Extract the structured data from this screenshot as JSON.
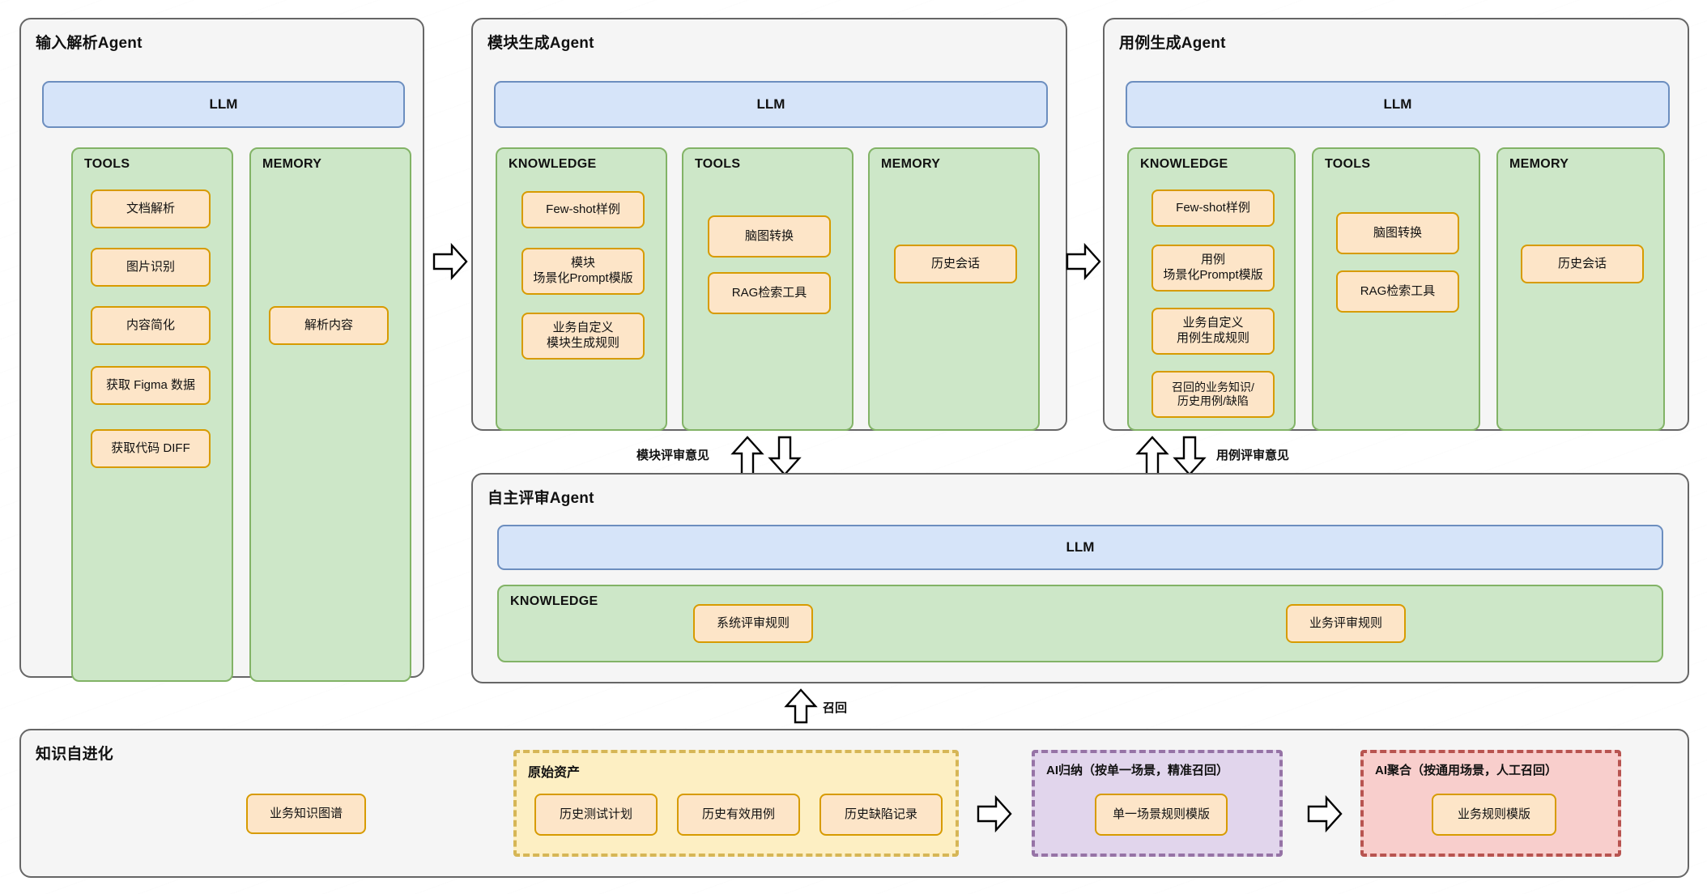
{
  "diagram": {
    "palette": {
      "card_bg": "#f5f5f5",
      "card_border": "#666666",
      "llm_fill": "#d6e4f9",
      "llm_border": "#6c8ebf",
      "section_fill": "#cde7c8",
      "section_border": "#82b366",
      "chip_fill": "#fde5c8",
      "chip_border": "#d79b00",
      "asset_fill": "#fdefc3",
      "asset_border": "#d6b656",
      "ai_induct_fill": "#e1d5ec",
      "ai_induct_border": "#9673a6",
      "ai_aggregate_fill": "#f8cecc",
      "ai_aggregate_border": "#b85450"
    },
    "agents": [
      {
        "id": "input-parse",
        "title": "输入解析Agent",
        "llm_label": "LLM",
        "sections": [
          {
            "id": "tools",
            "title": "TOOLS",
            "items": [
              "文档解析",
              "图片识别",
              "内容简化",
              "获取 Figma 数据",
              "获取代码 DIFF"
            ]
          },
          {
            "id": "memory",
            "title": "MEMORY",
            "items": [
              "解析内容"
            ]
          }
        ]
      },
      {
        "id": "module-gen",
        "title": "模块生成Agent",
        "llm_label": "LLM",
        "sections": [
          {
            "id": "knowledge",
            "title": "KNOWLEDGE",
            "items": [
              "Few-shot样例",
              "模块\n场景化Prompt模版",
              "业务自定义\n模块生成规则"
            ]
          },
          {
            "id": "tools",
            "title": "TOOLS",
            "items": [
              "脑图转换",
              "RAG检索工具"
            ]
          },
          {
            "id": "memory",
            "title": "MEMORY",
            "items": [
              "历史会话"
            ]
          }
        ]
      },
      {
        "id": "case-gen",
        "title": "用例生成Agent",
        "llm_label": "LLM",
        "sections": [
          {
            "id": "knowledge",
            "title": "KNOWLEDGE",
            "items": [
              "Few-shot样例",
              "用例\n场景化Prompt模版",
              "业务自定义\n用例生成规则",
              "召回的业务知识/\n历史用例/缺陷"
            ]
          },
          {
            "id": "tools",
            "title": "TOOLS",
            "items": [
              "脑图转换",
              "RAG检索工具"
            ]
          },
          {
            "id": "memory",
            "title": "MEMORY",
            "items": [
              "历史会话"
            ]
          }
        ]
      },
      {
        "id": "review",
        "title": "自主评审Agent",
        "llm_label": "LLM",
        "sections": [
          {
            "id": "knowledge",
            "title": "KNOWLEDGE",
            "items": [
              "系统评审规则",
              "业务评审规则"
            ]
          }
        ]
      }
    ],
    "knowledge_evolution": {
      "title": "知识自进化",
      "standalone_chip": "业务知识图谱",
      "groups": [
        {
          "id": "raw-assets",
          "title": "原始资产",
          "items": [
            "历史测试计划",
            "历史有效用例",
            "历史缺陷记录"
          ]
        },
        {
          "id": "ai-induction",
          "title": "AI归纳（按单一场景，精准召回）",
          "items": [
            "单一场景规则模版"
          ]
        },
        {
          "id": "ai-aggregation",
          "title": "AI聚合（按通用场景，人工召回）",
          "items": [
            "业务规则模版"
          ]
        }
      ]
    },
    "edges": [
      {
        "id": "parse-to-module",
        "label": "",
        "direction": "right"
      },
      {
        "id": "module-to-case",
        "label": "",
        "direction": "right"
      },
      {
        "id": "module-review",
        "label": "模块评审意见",
        "direction": "bidirectional-vertical"
      },
      {
        "id": "case-review",
        "label": "用例评审意见",
        "direction": "bidirectional-vertical"
      },
      {
        "id": "recall",
        "label": "召回",
        "direction": "up"
      },
      {
        "id": "assets-to-induction",
        "label": "",
        "direction": "right"
      },
      {
        "id": "induction-to-aggregation",
        "label": "",
        "direction": "right"
      }
    ]
  }
}
